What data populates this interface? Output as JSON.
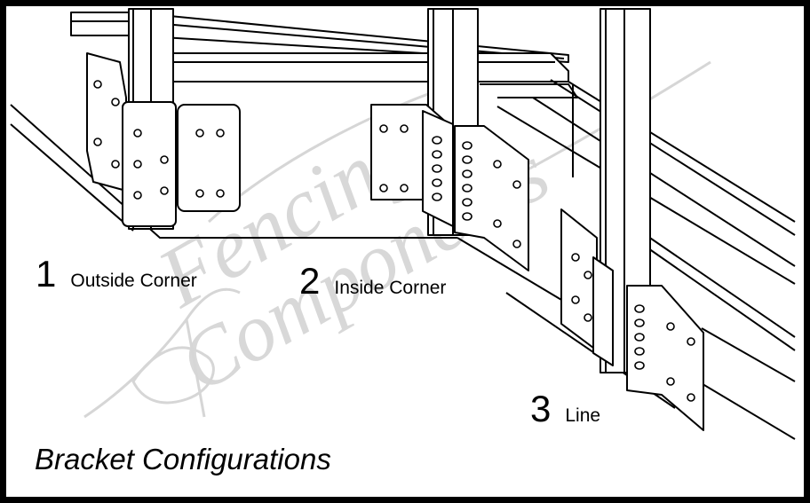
{
  "watermark": {
    "line1": "Fencing",
    "line2": "Components"
  },
  "labels": [
    {
      "number": "1",
      "text": "Outside Corner"
    },
    {
      "number": "2",
      "text": "Inside Corner"
    },
    {
      "number": "3",
      "text": "Line"
    }
  ],
  "caption": "Bracket Configurations"
}
